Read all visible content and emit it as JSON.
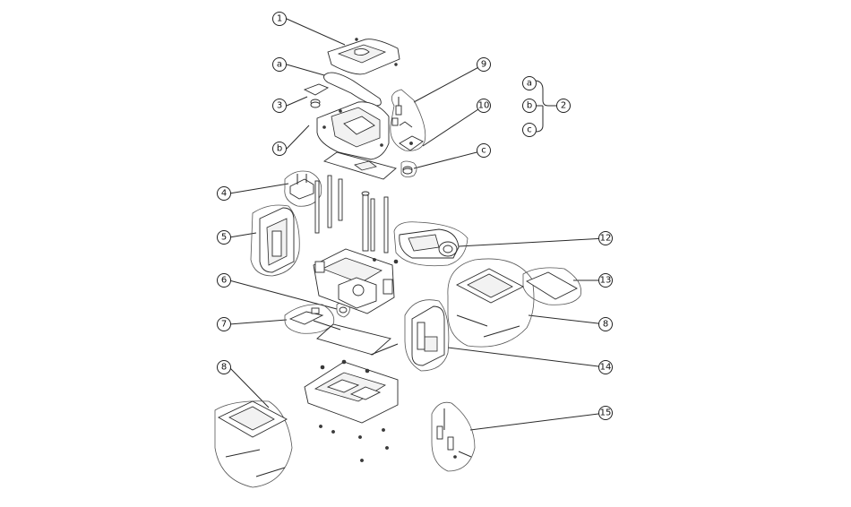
{
  "callouts": [
    {
      "id": "c1",
      "label": "1"
    },
    {
      "id": "ca_top",
      "label": "a"
    },
    {
      "id": "c3",
      "label": "3"
    },
    {
      "id": "cb_mid",
      "label": "b"
    },
    {
      "id": "c9",
      "label": "9"
    },
    {
      "id": "c10",
      "label": "10"
    },
    {
      "id": "cc_mid",
      "label": "c"
    },
    {
      "id": "cgrp_a",
      "label": "a"
    },
    {
      "id": "cgrp_b",
      "label": "b"
    },
    {
      "id": "cgrp_c",
      "label": "c"
    },
    {
      "id": "c2",
      "label": "2"
    },
    {
      "id": "c4",
      "label": "4"
    },
    {
      "id": "c5",
      "label": "5"
    },
    {
      "id": "c12",
      "label": "12"
    },
    {
      "id": "c13",
      "label": "13"
    },
    {
      "id": "c6",
      "label": "6"
    },
    {
      "id": "c8r",
      "label": "8"
    },
    {
      "id": "c7",
      "label": "7"
    },
    {
      "id": "c14",
      "label": "14"
    },
    {
      "id": "c8l",
      "label": "8"
    },
    {
      "id": "c15",
      "label": "15"
    }
  ]
}
